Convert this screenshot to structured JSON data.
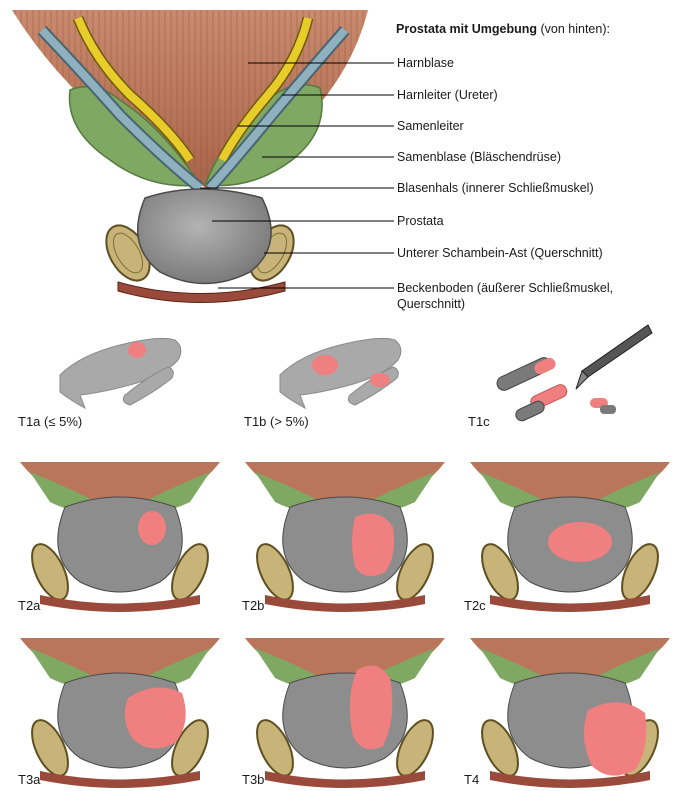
{
  "title": {
    "bold": "Prostata mit Umgebung",
    "normal": " (von hinten):"
  },
  "labels": {
    "harnblase": "Harnblase",
    "harnleiter": "Harnleiter (Ureter)",
    "samenleiter": "Samenleiter",
    "samenblase": "Samenblase (Bläschendrüse)",
    "blasenhals": "Blasenhals (innerer Schließmuskel)",
    "prostata": "Prostata",
    "schambein": "Unterer Schambein-Ast (Querschnitt)",
    "beckenboden_1": "Beckenboden (äußerer Schließmuskel,",
    "beckenboden_2": "Querschnitt)"
  },
  "stages": {
    "t1a": "T1a (≤ 5%)",
    "t1b": "T1b (> 5%)",
    "t1c": "T1c",
    "t2a": "T2a",
    "t2b": "T2b",
    "t2c": "T2c",
    "t3a": "T3a",
    "t3b": "T3b",
    "t4": "T4"
  },
  "colors": {
    "muscle": "#b9765a",
    "vesicle": "#7fa863",
    "prostate": "#8d8d8d",
    "tumor": "#f08080",
    "bone": "#c8b478",
    "ureter": "#e8cc2a",
    "vas": "#7fa0b0"
  }
}
